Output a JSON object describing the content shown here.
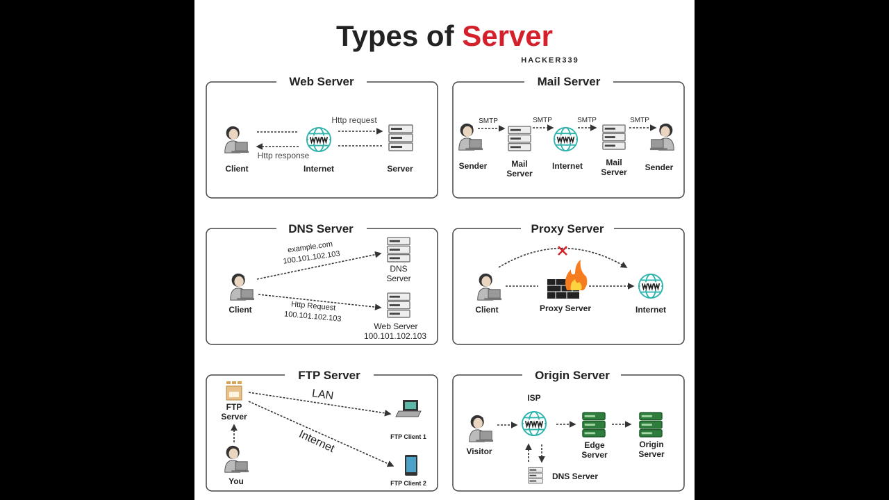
{
  "title": {
    "part1": "Types of ",
    "part2": "Server",
    "author": "HACKER339"
  },
  "colors": {
    "accent": "#d4202a",
    "globe": "#2fb3ad",
    "server_green": "#2e7d3c",
    "background": "#000000",
    "panel": "#ffffff"
  },
  "web": {
    "title": "Web Server",
    "client": "Client",
    "internet": "Internet",
    "server": "Server",
    "request": "Http request",
    "response": "Http response"
  },
  "mail": {
    "title": "Mail Server",
    "sender1": "Sender",
    "mail1a": "Mail",
    "mail1b": "Server",
    "internet": "Internet",
    "mail2a": "Mail",
    "mail2b": "Server",
    "sender2": "Sender",
    "smtp": "SMTP"
  },
  "dns": {
    "title": "DNS Server",
    "client": "Client",
    "domain": "example.com",
    "ip1": "100.101.102.103",
    "dns_a": "DNS",
    "dns_b": "Server",
    "http": "Http Request",
    "ip2": "100.101.102.103",
    "web": "Web Server",
    "ip3": "100.101.102.103"
  },
  "proxy": {
    "title": "Proxy Server",
    "client": "Client",
    "proxy": "Proxy Server",
    "internet": "Internet"
  },
  "ftp": {
    "title": "FTP Server",
    "server_a": "FTP",
    "server_b": "Server",
    "lan": "LAN",
    "internet": "Internet",
    "client1": "FTP Client 1",
    "client2": "FTP Client 2",
    "you": "You"
  },
  "origin": {
    "title": "Origin Server",
    "isp": "ISP",
    "visitor": "Visitor",
    "edge_a": "Edge",
    "edge_b": "Server",
    "origin_a": "Origin",
    "origin_b": "Server",
    "dns": "DNS Server"
  }
}
